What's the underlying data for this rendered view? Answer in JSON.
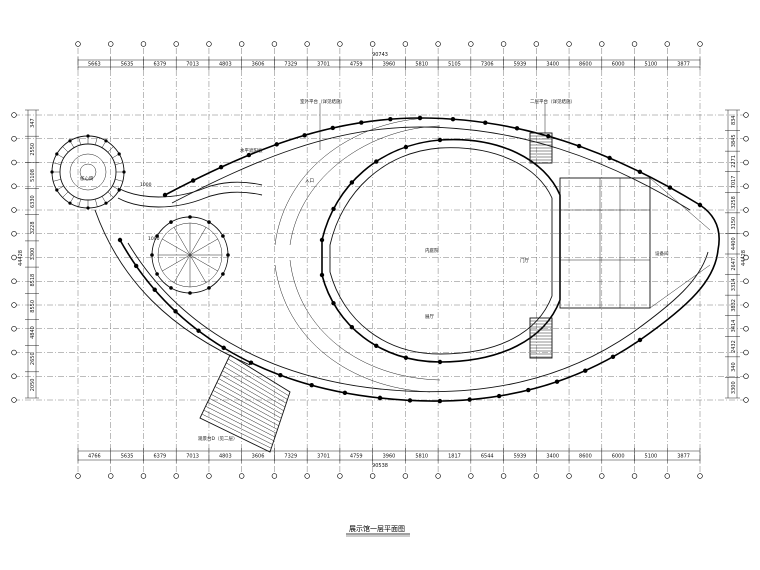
{
  "title": "展示馆一层平面图",
  "top_total": "90743",
  "bottom_total": "90538",
  "top_dims": [
    "5663",
    "5635",
    "6379",
    "7013",
    "4803",
    "3606",
    "7329",
    "3701",
    "4759",
    "3960",
    "5810",
    "5105",
    "7306",
    "5939",
    "3400",
    "8600",
    "6000",
    "5100",
    "3877"
  ],
  "bottom_dims": [
    "4766",
    "5635",
    "6379",
    "7013",
    "4803",
    "3606",
    "7329",
    "3701",
    "4759",
    "3960",
    "5810",
    "1817",
    "6544",
    "5939",
    "3400",
    "8600",
    "6000",
    "5100",
    "3877"
  ],
  "left_dims": [
    "347",
    "2550",
    "5108",
    "6330",
    "3228",
    "3300",
    "8518",
    "8550",
    "4840",
    "2650",
    "2050"
  ],
  "right_dims": [
    "834",
    "3845",
    "2271",
    "7017",
    "3258",
    "3150",
    "4400",
    "2647",
    "3314",
    "3832",
    "3414",
    "2432",
    "340",
    "3300"
  ],
  "left_total": "44428",
  "right_total": "44428",
  "labels": {
    "lower_stair": "观景台D（见二层）",
    "upper_note_1": "室外平台（详见结施）",
    "upper_note_2": "二层平台（详见结施）",
    "top_pointer": "水平遮阳板",
    "entry": "入口",
    "hall": "展厅",
    "lobby": "门厅",
    "tower_core": "核心筒",
    "right_room": "设备间",
    "garden": "内庭院",
    "offset_1000a": "1000",
    "offset_1000b": "1000"
  }
}
